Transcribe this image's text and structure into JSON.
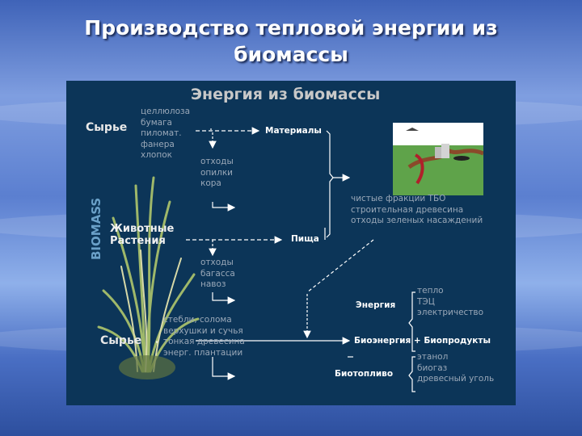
{
  "slide_title_line1": "Производство тепловой энергии из",
  "slide_title_line2": "биомассы",
  "panel": {
    "heading": "Энергия из биомассы",
    "biomass_label": "BIOMASS",
    "raw_top": "Сырье",
    "raw_bottom": "Сырье",
    "animals_plants": [
      "Животные",
      "Растения"
    ],
    "group1": [
      "целлюлоза",
      "бумага",
      "пиломат.",
      "фанера",
      "хлопок"
    ],
    "group2": [
      "отходы",
      "опилки",
      "кора"
    ],
    "group3": [
      "отходы",
      "багасса",
      "навоз"
    ],
    "group4": [
      "стебли, солома",
      "верхушки и сучья",
      "тонкая древесина",
      "энерг. плантации"
    ],
    "materials": "Материалы",
    "food": "Пища",
    "msw": [
      "чистые фракции ТБО",
      "строительная древесина",
      "отходы зеленых насаждений"
    ],
    "energy": "Энергия",
    "energy_items": [
      "тепло",
      "ТЭЦ",
      "электричество"
    ],
    "bioenergy": "Биоэнергия + Биопродукты",
    "biofuel": "Биотопливо",
    "biofuel_items": [
      "этанол",
      "биогаз",
      "древесный уголь"
    ]
  },
  "colors": {
    "panel_bg": "#0c3558",
    "arrow": "#ffffff",
    "gray_text": "#9aa8b8",
    "title": "#ffffff"
  },
  "icons": [
    "grass-plant-illustration",
    "landfill-landscape-illustration"
  ]
}
